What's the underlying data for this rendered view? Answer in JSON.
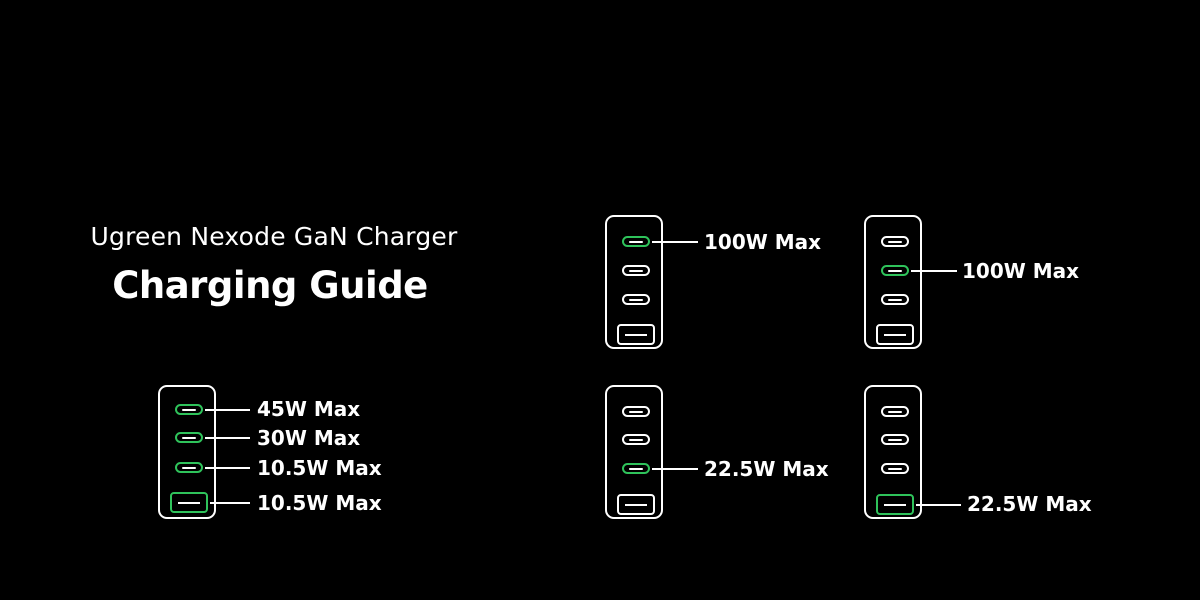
{
  "title": {
    "subtitle": "Ugreen Nexode GaN Charger",
    "heading": "Charging Guide"
  },
  "colors": {
    "background": "#000000",
    "foreground": "#ffffff",
    "active_port": "#2fc35b"
  },
  "chargers": [
    {
      "name": "all-ports",
      "ports": [
        {
          "type": "USB-C",
          "active": true,
          "label": "45W Max"
        },
        {
          "type": "USB-C",
          "active": true,
          "label": "30W Max"
        },
        {
          "type": "USB-C",
          "active": true,
          "label": "10.5W Max"
        },
        {
          "type": "USB-A",
          "active": true,
          "label": "10.5W Max"
        }
      ]
    },
    {
      "name": "c1-only",
      "ports": [
        {
          "type": "USB-C",
          "active": true,
          "label": "100W Max"
        },
        {
          "type": "USB-C",
          "active": false
        },
        {
          "type": "USB-C",
          "active": false
        },
        {
          "type": "USB-A",
          "active": false
        }
      ]
    },
    {
      "name": "c2-only",
      "ports": [
        {
          "type": "USB-C",
          "active": false
        },
        {
          "type": "USB-C",
          "active": true,
          "label": "100W Max"
        },
        {
          "type": "USB-C",
          "active": false
        },
        {
          "type": "USB-A",
          "active": false
        }
      ]
    },
    {
      "name": "c3-only",
      "ports": [
        {
          "type": "USB-C",
          "active": false
        },
        {
          "type": "USB-C",
          "active": false
        },
        {
          "type": "USB-C",
          "active": true,
          "label": "22.5W Max"
        },
        {
          "type": "USB-A",
          "active": false
        }
      ]
    },
    {
      "name": "a-only",
      "ports": [
        {
          "type": "USB-C",
          "active": false
        },
        {
          "type": "USB-C",
          "active": false
        },
        {
          "type": "USB-C",
          "active": false
        },
        {
          "type": "USB-A",
          "active": true,
          "label": "22.5W Max"
        }
      ]
    }
  ]
}
